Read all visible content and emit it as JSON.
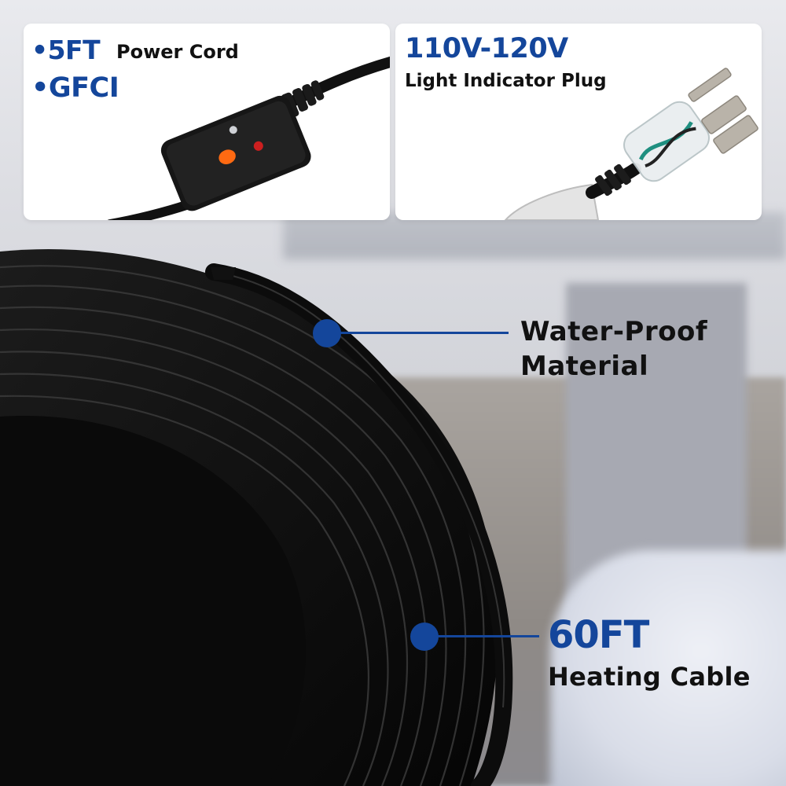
{
  "cards": {
    "left": {
      "bullet_length": "•5FT",
      "length_label": "Power Cord",
      "bullet_gfci": "•GFCI"
    },
    "right": {
      "voltage": "110V-120V",
      "plug_label": "Light Indicator Plug"
    }
  },
  "callouts": {
    "material": {
      "line1": "Water-Proof",
      "line2": "Material"
    },
    "cable": {
      "length": "60FT",
      "label": "Heating Cable"
    }
  },
  "colors": {
    "accent": "#14469b",
    "text": "#111111",
    "card": "#ffffff",
    "cable": "#0e0e0e"
  },
  "icons": {
    "gfci_box": "gfci-plug-box",
    "plug": "three-prong-plug",
    "coil": "heating-cable-coil"
  }
}
